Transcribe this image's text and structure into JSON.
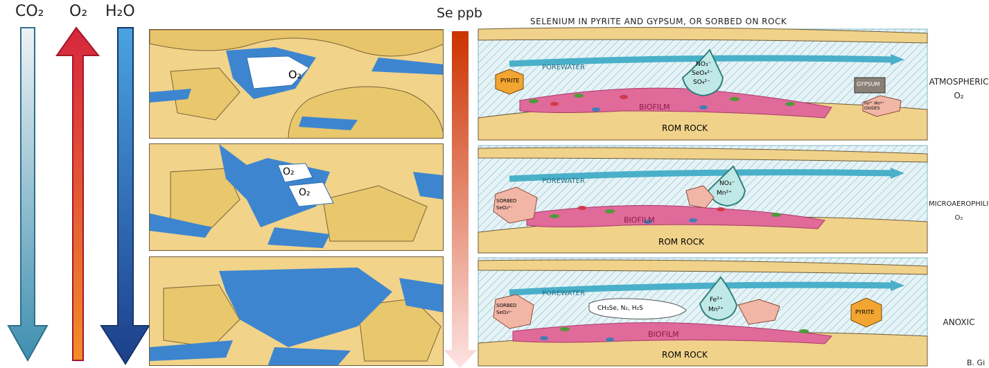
{
  "left_arrows": [
    {
      "label": "CO₂",
      "color_top": "#eef2f5",
      "color_bottom": "#3e8fb0"
    },
    {
      "label": "O₂",
      "color_top": "#d7263d",
      "color_bottom": "#f28c28"
    },
    {
      "label": "H₂O",
      "color_top": "#4aa3df",
      "color_bottom": "#1c3f8a"
    }
  ],
  "se_arrow": {
    "label": "Se ppb",
    "color_top": "#cc3300",
    "color_bottom": "#fde3e3"
  },
  "pore_panels": [
    {
      "bubbles": [
        "O₂"
      ]
    },
    {
      "bubbles": [
        "O₂",
        "O₂"
      ]
    },
    {
      "bubbles": []
    }
  ],
  "right_title": "SELENIUM IN PYRITE AND GYPSUM, OR SORBED ON ROCK",
  "zones": [
    {
      "porewater": "POREWATER",
      "drop": [
        "NO₃⁻",
        "SeO₄²⁻",
        "SO₄²⁻"
      ],
      "biofilm": "BIOFILM",
      "rock": "ROM ROCK",
      "left_mineral": "PYRITE",
      "right_mineral": "GYPSUM",
      "oxides": "Fe³⁺ Mn⁴⁺ OXIDES",
      "condition_line1": "ATMOSPHERIC",
      "condition_line2": "O₂"
    },
    {
      "porewater": "POREWATER",
      "drop": [
        "NO₃⁻",
        "Mn²⁺"
      ],
      "biofilm": "BIOFILM",
      "rock": "ROM ROCK",
      "left_mineral": "SORBED SeO₃²⁻",
      "condition_line1": "MICROAEROPHILIC",
      "condition_line2": "O₂"
    },
    {
      "porewater": "POREWATER",
      "drop": [
        "Fe²⁺",
        "Mn²⁺"
      ],
      "gas": "CH₃Se, N₂, H₂S",
      "biofilm": "BIOFILM",
      "rock": "ROM ROCK",
      "left_mineral": "SORBED SeO₃²⁻",
      "right_mineral": "PYRITE",
      "condition_line1": "ANOXIC",
      "condition_line2": ""
    }
  ],
  "credit": "B. Gi"
}
